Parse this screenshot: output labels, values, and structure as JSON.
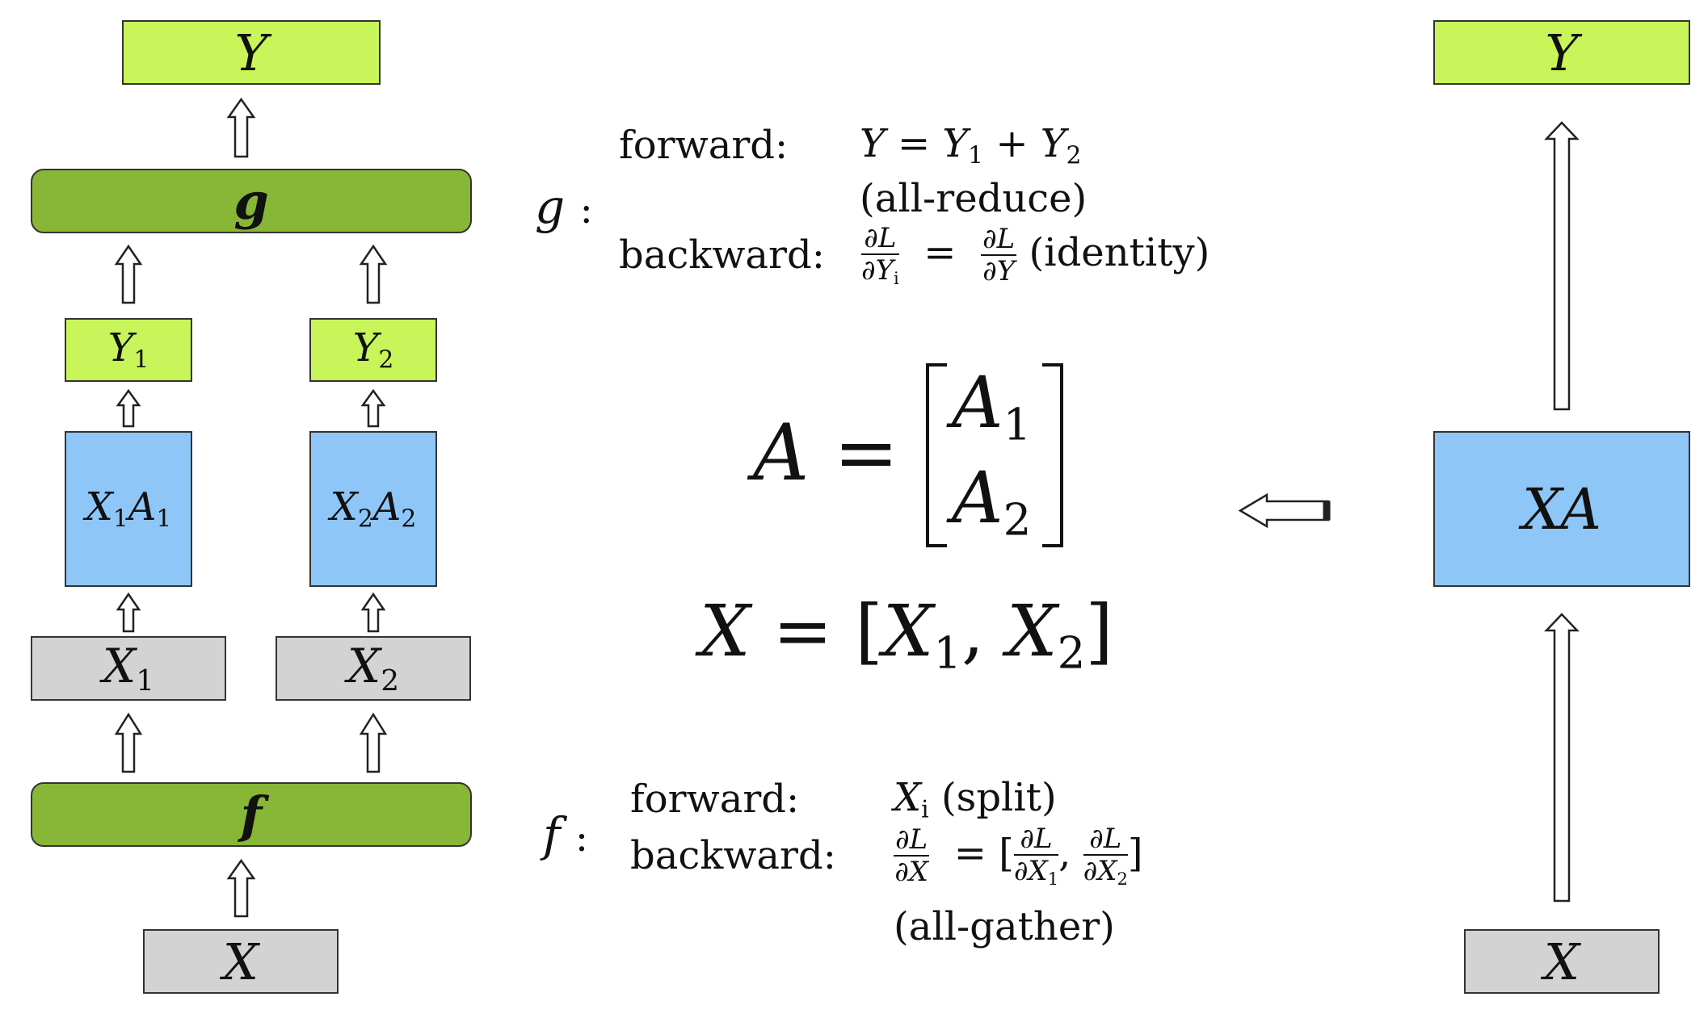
{
  "left_column": {
    "top_output": "Y",
    "g_block": "g",
    "y1": "Y1",
    "y2": "Y2",
    "x1a1": "X1A1",
    "x2a2": "X2A2",
    "x1": "X1",
    "x2": "X2",
    "f_block": "f",
    "bottom_input": "X"
  },
  "g_annotation": {
    "label": "g :",
    "forward_label": "forward:",
    "forward_eq": "Y = Y1 + Y2",
    "forward_note": "(all-reduce)",
    "backward_label": "backward:",
    "backward_eq": "∂L/∂Yi = ∂L/∂Y",
    "backward_note": "(identity)"
  },
  "center_equations": {
    "a_def": "A = [A1; A2]",
    "x_def": "X = [X1, X2]"
  },
  "f_annotation": {
    "label": "f :",
    "forward_label": "forward:",
    "forward_eq": "Xi",
    "forward_note": "(split)",
    "backward_label": "backward:",
    "backward_eq": "∂L/∂X = [∂L/∂X1, ∂L/∂X2]",
    "backward_note": "(all-gather)"
  },
  "right_column": {
    "top_output": "Y",
    "xa": "XA",
    "bottom_input": "X"
  },
  "colors": {
    "output": "#c8f55a",
    "comm_block": "#88b636",
    "compute_block": "#8ec6f8",
    "input": "#d3d3d3"
  }
}
